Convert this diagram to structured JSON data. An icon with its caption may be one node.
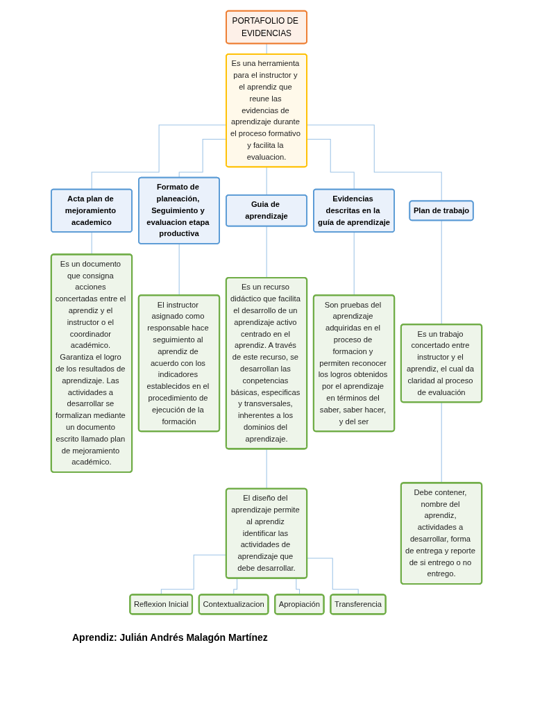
{
  "diagram": {
    "nodes": [
      {
        "text": [
          "PORTAFOLIO DE EVIDENCIAS"
        ]
      },
      {
        "text": [
          "Es una herramienta para el instructor y el aprendiz que reune las evidencias de aprendizaje durante el proceso formativo y facilita la evaluacion."
        ]
      },
      {
        "text": [
          "Acta plan de mejoramiento academico"
        ]
      },
      {
        "text": [
          "Formato de planeación, Seguimiento y evaluacion etapa productiva"
        ]
      },
      {
        "text": [
          "Guia de aprendizaje"
        ]
      },
      {
        "text": [
          "Evidencias descritas en la guía de aprendizaje"
        ]
      },
      {
        "text": [
          "Plan de trabajo"
        ]
      },
      {
        "text": [
          "Es un documento que consigna acciones concertadas entre el aprendiz y el instructor o el coordinador académico. Garantiza el logro de los resultados de aprendizaje. Las actividades a desarrollar se formalizan mediante un documento escrito llamado plan de mejoramiento académico."
        ]
      },
      {
        "text": [
          "El instructor asignado como responsable hace seguimiento al aprendiz de acuerdo con los indicadores establecidos en el procedimiento de ejecución de la formación"
        ]
      },
      {
        "text": [
          "Es un recurso didáctico que facilita el desarrollo de un aprendizaje activo centrado en el aprendiz. A través de este recurso, se desarrollan las conpetencias básicas, especificas y transversales, inherentes a los dominios del aprendizaje."
        ]
      },
      {
        "text": [
          "Son pruebas del aprendizaje adquiridas en el proceso de formacion y permiten reconocer los logros obtenidos por el aprendizaje en términos del saber, saber hacer, y del ser"
        ]
      },
      {
        "text": [
          "Es un trabajo concertado entre instructor y el aprendiz, el cual da claridad al proceso de evaluación"
        ]
      },
      {
        "text": [
          "El diseño del aprendizaje permite al aprendiz identificar las actividades de aprendizaje que debe desarrollar."
        ]
      },
      {
        "text": [
          "Debe contener, nombre del aprendiz, actividades a desarrollar, forma de entrega y reporte de si entrego o no entrego."
        ]
      },
      {
        "text": [
          "Reflexion Inicial"
        ]
      },
      {
        "text": [
          "Contextualizacion"
        ]
      },
      {
        "text": [
          "Apropiación"
        ]
      },
      {
        "text": [
          "Transferencia"
        ]
      }
    ],
    "edges": [
      {
        "from": 0,
        "to": 1,
        "arrow": "none"
      },
      {
        "from": 1,
        "to": 2,
        "arrow": "none"
      },
      {
        "from": 1,
        "to": 3,
        "arrow": "none"
      },
      {
        "from": 1,
        "to": 4,
        "arrow": "none"
      },
      {
        "from": 1,
        "to": 5,
        "arrow": "none"
      },
      {
        "from": 1,
        "to": 6,
        "arrow": "none"
      },
      {
        "from": 2,
        "to": 7,
        "arrow": "none"
      },
      {
        "from": 3,
        "to": 8,
        "arrow": "none"
      },
      {
        "from": 4,
        "to": 9,
        "arrow": "none"
      },
      {
        "from": 5,
        "to": 10,
        "arrow": "none"
      },
      {
        "from": 6,
        "to": 11,
        "arrow": "none"
      },
      {
        "from": 9,
        "to": 12,
        "arrow": "none"
      },
      {
        "from": 11,
        "to": 13,
        "arrow": "none"
      },
      {
        "from": 12,
        "to": 14,
        "arrow": "none"
      },
      {
        "from": 12,
        "to": 15,
        "arrow": "none"
      },
      {
        "from": 12,
        "to": 16,
        "arrow": "none"
      },
      {
        "from": 12,
        "to": 17,
        "arrow": "none"
      }
    ],
    "labels": [
      "Aprendiz: Julián Andrés Malagón Martínez"
    ]
  }
}
